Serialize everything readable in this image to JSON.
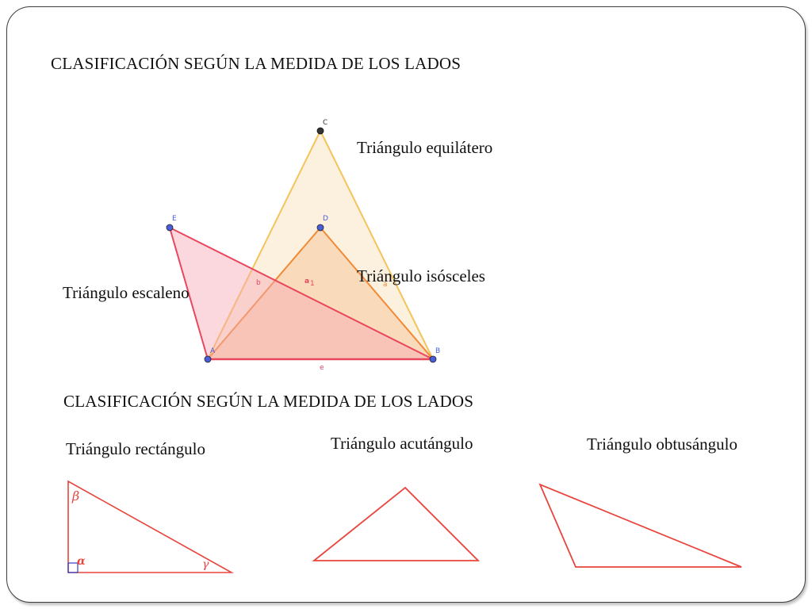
{
  "slide": {
    "heading_top": "CLASIFICACIÓN SEGÚN LA MEDIDA DE LOS LADOS",
    "heading_bottom": "CLASIFICACIÓN SEGÚN LA MEDIDA DE LOS LADOS"
  },
  "sides_figure": {
    "labels": {
      "equilatero": "Triángulo equilátero",
      "isosceles": "Triángulo isósceles",
      "escaleno": "Triángulo escaleno"
    },
    "points": {
      "A": "A",
      "B": "B",
      "C": "C",
      "D": "D",
      "E": "E"
    },
    "segments": {
      "b": "b",
      "a1": "a",
      "a1_sub": "1",
      "a": "a",
      "e": "e"
    }
  },
  "angles_figure": {
    "labels": {
      "rectangulo": "Triángulo rectángulo",
      "acutangulo": "Triángulo acutángulo",
      "obtusangulo": "Triángulo obtusángulo"
    },
    "greek": {
      "alpha": "α",
      "beta": "β",
      "gamma": "γ"
    }
  },
  "colors": {
    "equilateral_stroke": "#f4c35a",
    "equilateral_fill": "#fbeed9",
    "isosceles_stroke": "#f08a36",
    "scalene_stroke": "#e8475e",
    "scalene_fill": "#f6a8b3",
    "point_blue": "#4a5ed8",
    "point_dark": "#333333",
    "triangle_red": "#e8453c",
    "right_angle_blue": "#2a3fc4"
  }
}
